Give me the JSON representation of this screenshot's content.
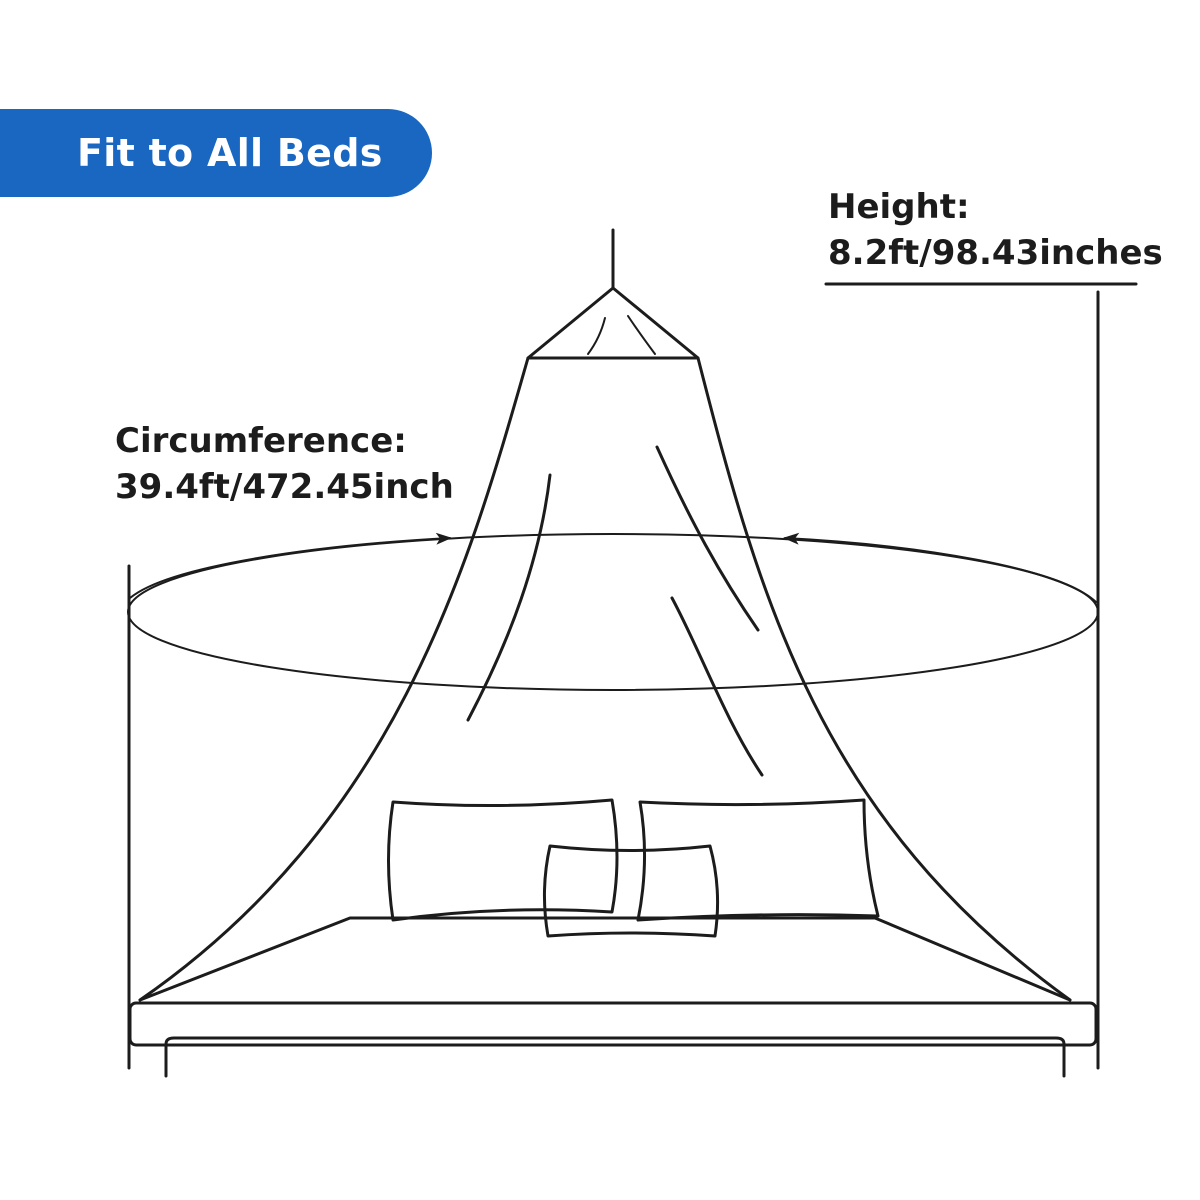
{
  "badge": {
    "label": "Fit to All Beds",
    "color": "#1a67c1"
  },
  "height": {
    "title": "Height:",
    "value": "8.2ft/98.43inches"
  },
  "circumference": {
    "title": "Circumference:",
    "value": "39.4ft/472.45inch"
  },
  "colors": {
    "line": "#1c1c1c",
    "background": "#ffffff"
  }
}
